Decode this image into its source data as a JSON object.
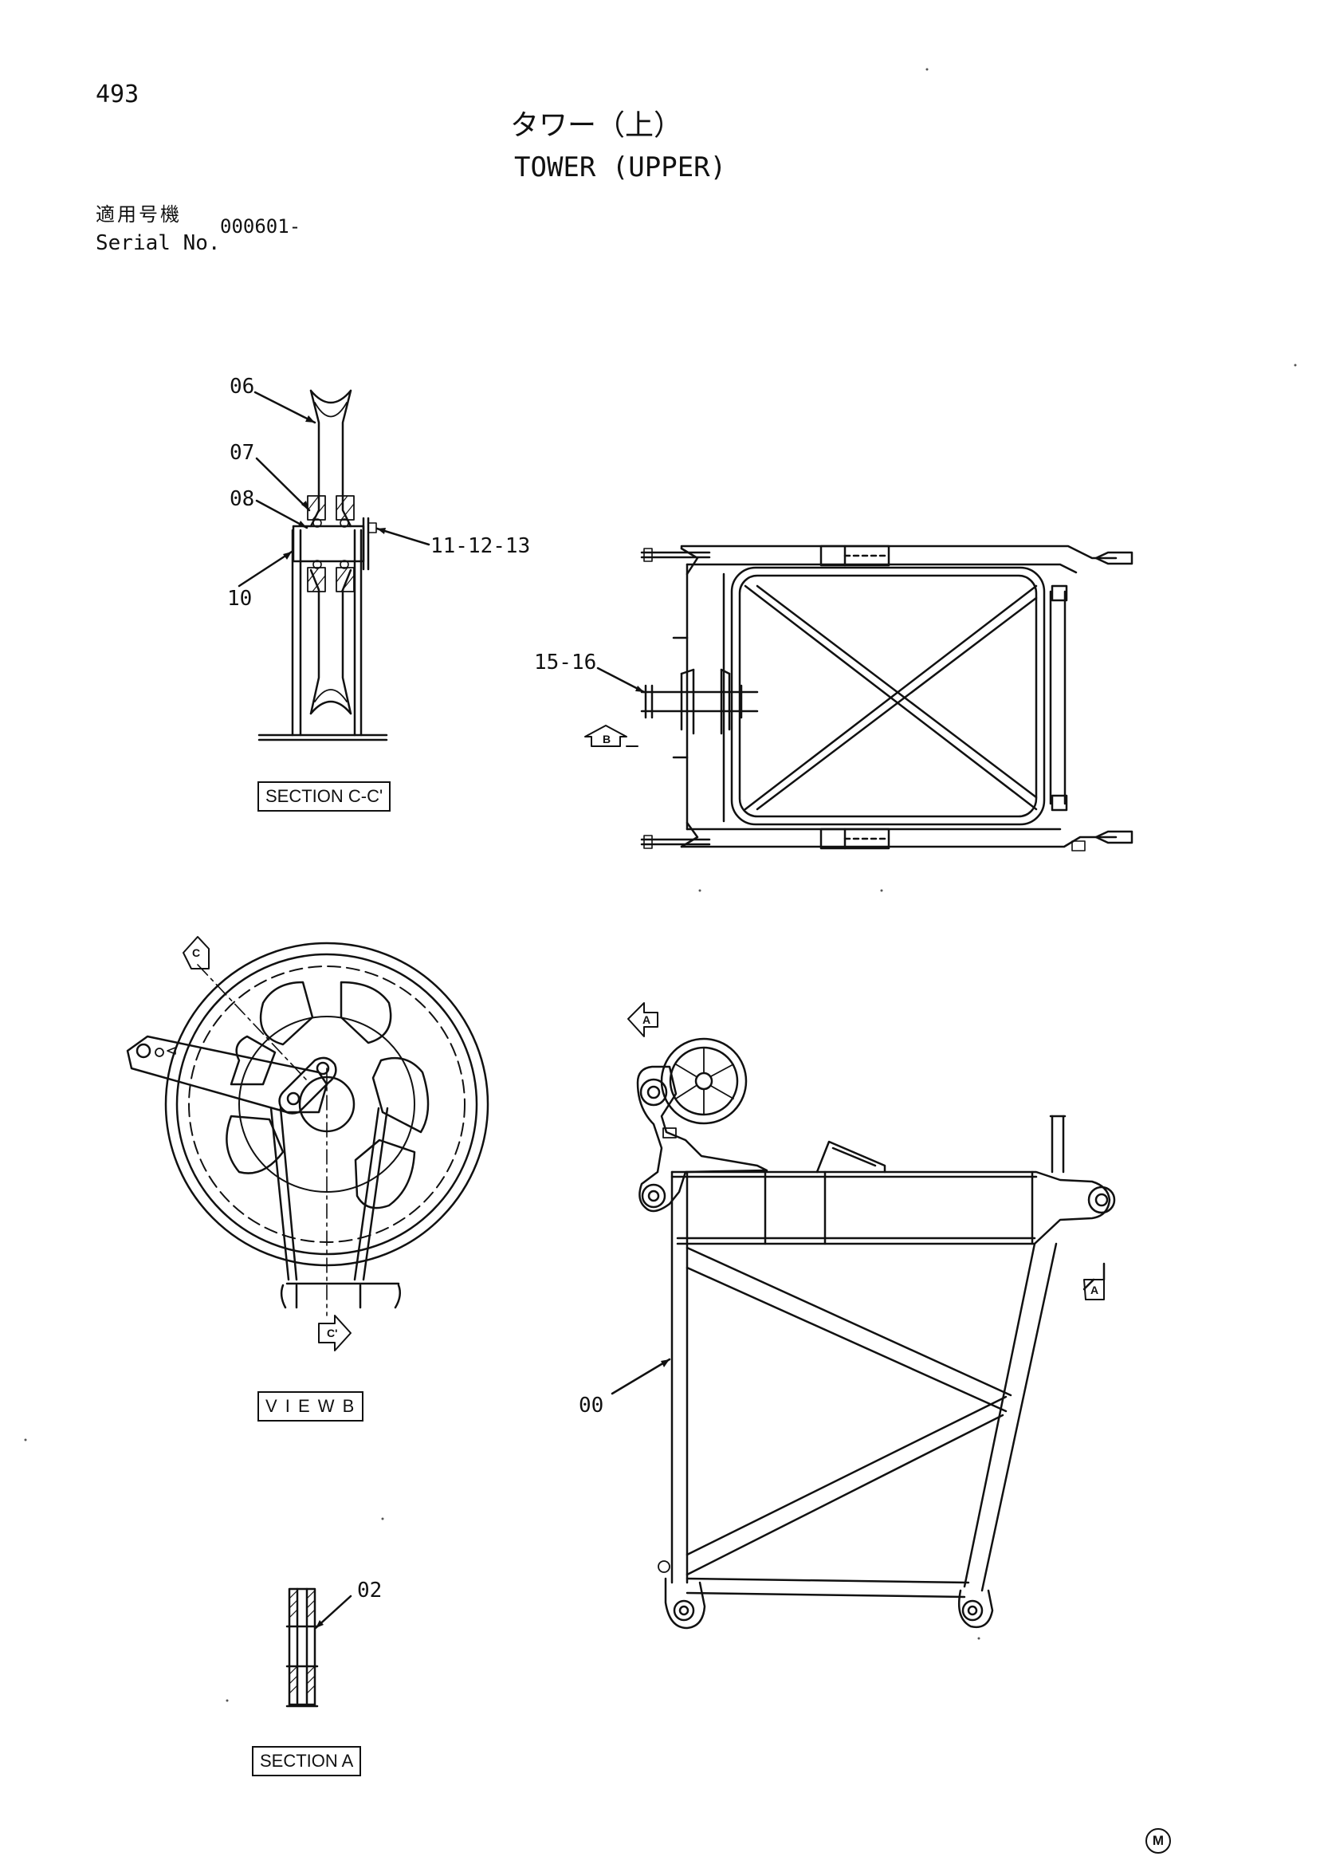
{
  "header": {
    "page_number": "493",
    "title_jp": "タワー（上）",
    "title_en": "TOWER (UPPER)",
    "serial_label_jp": "適用号機",
    "serial_label_en": "Serial No.",
    "serial_value": "000601-"
  },
  "callouts": {
    "p06": "06",
    "p07": "07",
    "p08": "08",
    "p10": "10",
    "p11_12_13": "11-12-13",
    "p15_16": "15-16",
    "p00": "00",
    "p02": "02"
  },
  "view_labels": {
    "section_cc": "SECTION C-C'",
    "view_b": "V I E W  B",
    "section_a": "SECTION A"
  },
  "section_markers": {
    "b": "B",
    "c_top": "C",
    "c_bottom": "C'",
    "a_top": "A",
    "a_right": "A"
  },
  "footer": {
    "mark": "M"
  }
}
